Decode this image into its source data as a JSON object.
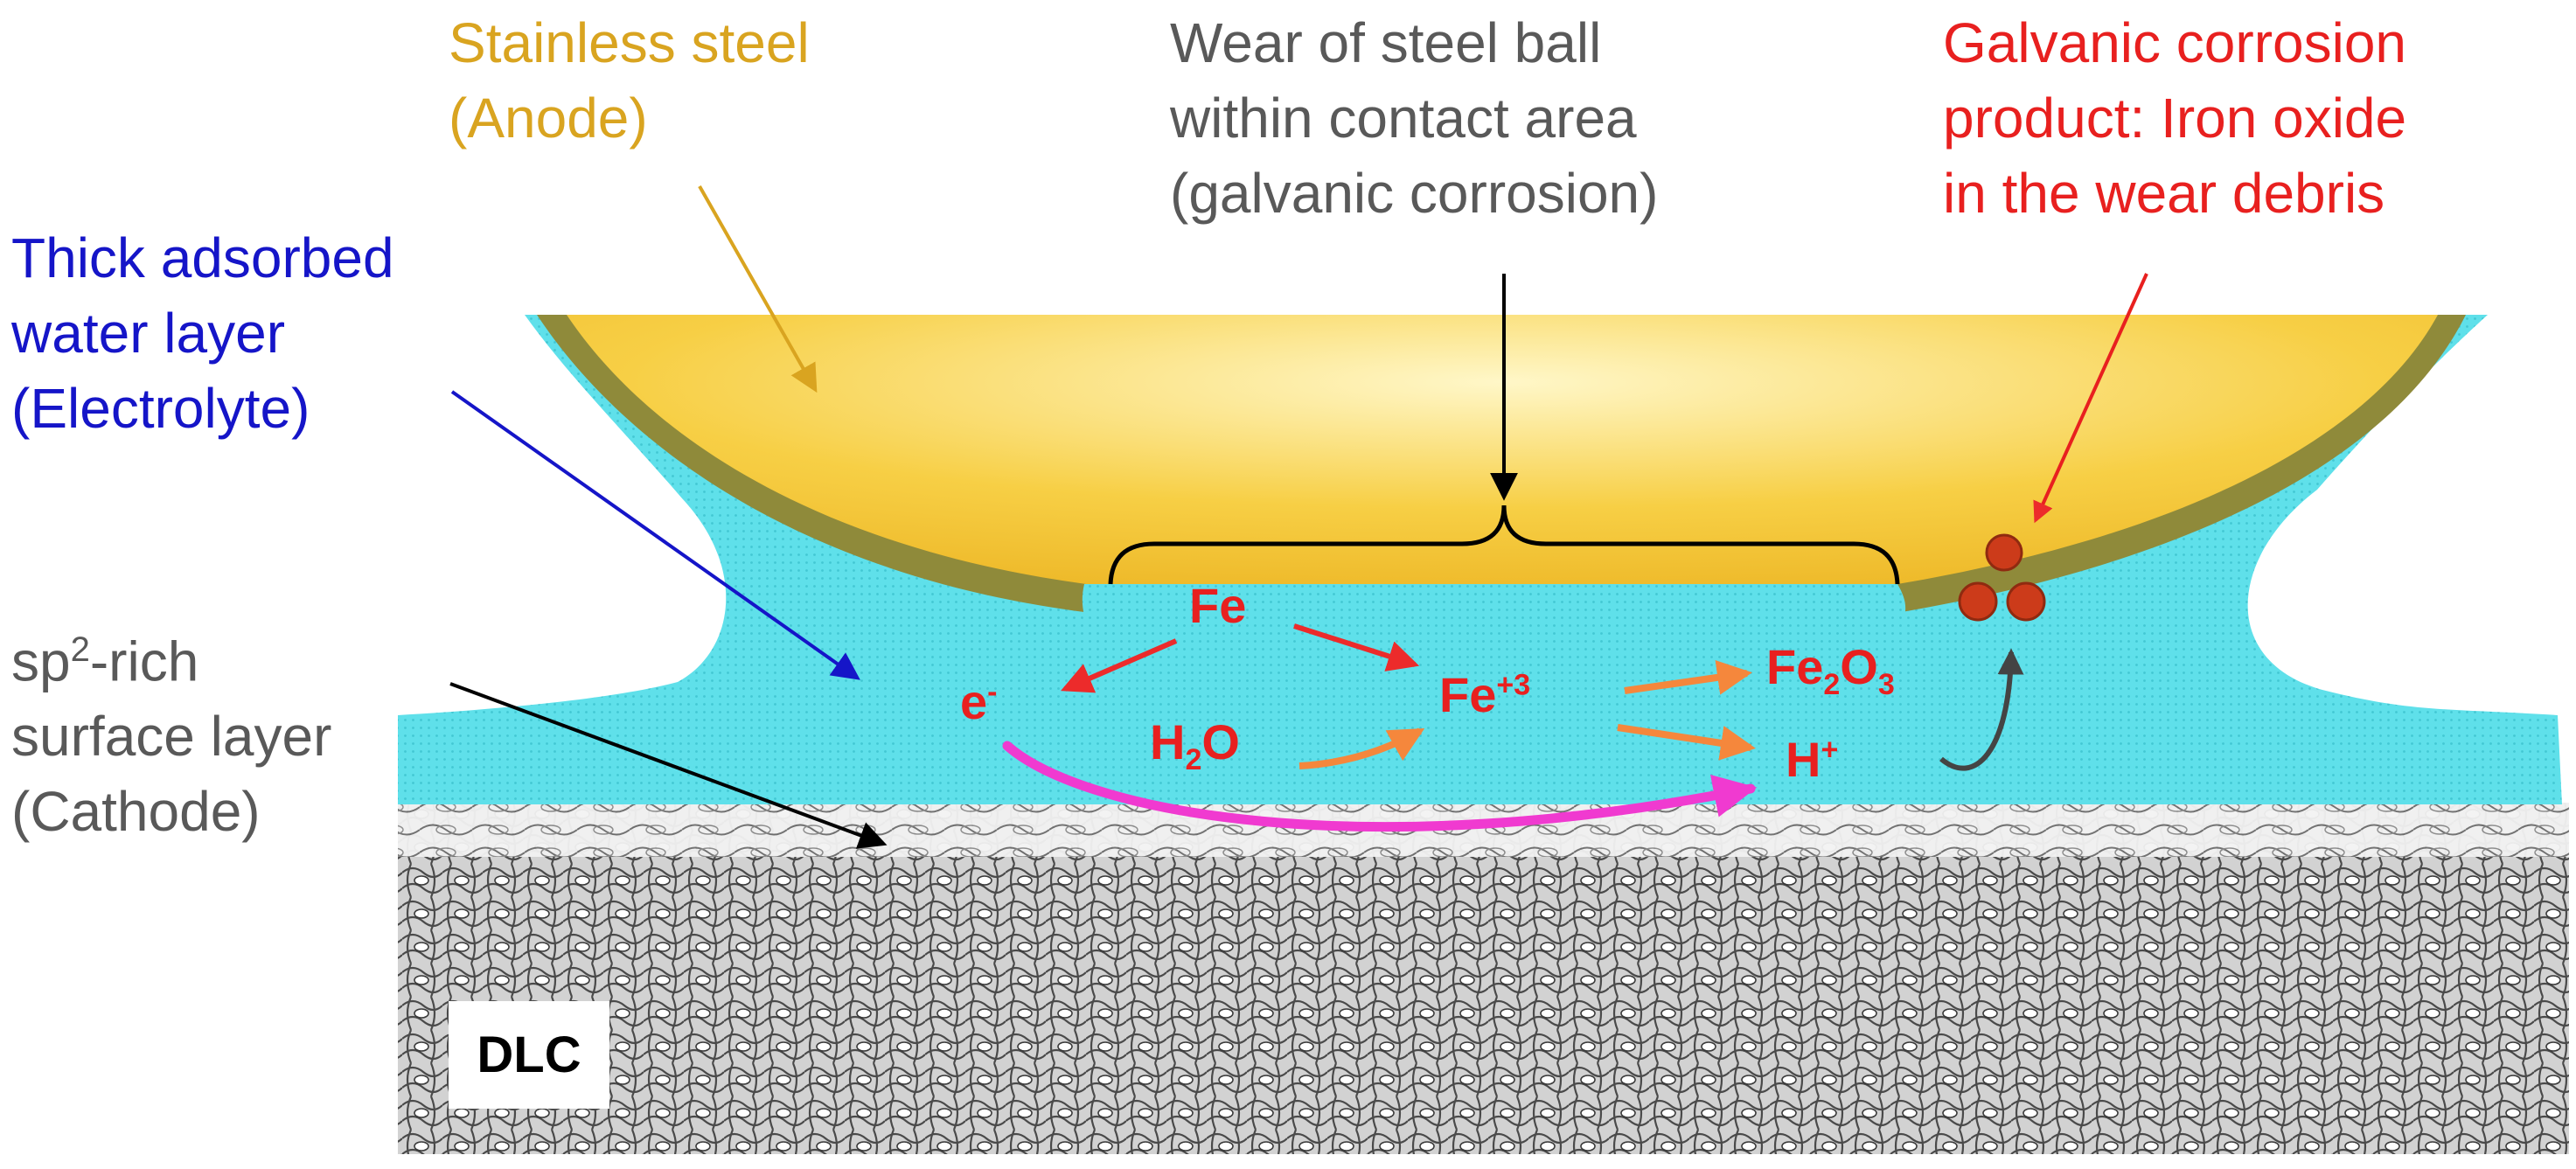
{
  "labels": {
    "stainless_steel": {
      "line1": "Stainless steel",
      "line2": "(Anode)"
    },
    "wear": {
      "line1": "Wear of steel ball",
      "line2": "within contact area",
      "line3": "(galvanic corrosion)"
    },
    "galvanic_product": {
      "line1": "Galvanic corrosion",
      "line2": "product: Iron oxide",
      "line3": "in the wear debris"
    },
    "water_layer": {
      "line1": "Thick adsorbed",
      "line2": "water layer",
      "line3": "(Electrolyte)"
    },
    "sp2_layer": {
      "line1_base": "sp",
      "line1_sup": "2",
      "line1_rest": "-rich",
      "line2": "surface layer",
      "line3": "(Cathode)"
    },
    "dlc": "DLC"
  },
  "species": {
    "fe": "Fe",
    "electron": {
      "base": "e",
      "sup": "-"
    },
    "water": {
      "base": "H",
      "sub": "2",
      "rest": "O"
    },
    "fe3": {
      "base": "Fe",
      "sup": "+3"
    },
    "fe2o3": {
      "base": "Fe",
      "sub1": "2",
      "mid": "O",
      "sub2": "3"
    },
    "proton": {
      "base": "H",
      "sup": "+"
    }
  },
  "colors": {
    "steel_label": "#d9a420",
    "wear_label": "#595959",
    "product_label": "#e8201f",
    "water_label": "#1515c8",
    "sp2_label": "#595959",
    "ball_fill": "#f7c93c",
    "ball_rim": "#8f8a3a",
    "water_fill": "#5fe0ea",
    "reaction_text": "#e8201f",
    "red_arrow": "#ec2b2b",
    "orange_arrow": "#f5873c",
    "magenta_arrow": "#f03ad0",
    "debris": "#cc3b1a"
  }
}
